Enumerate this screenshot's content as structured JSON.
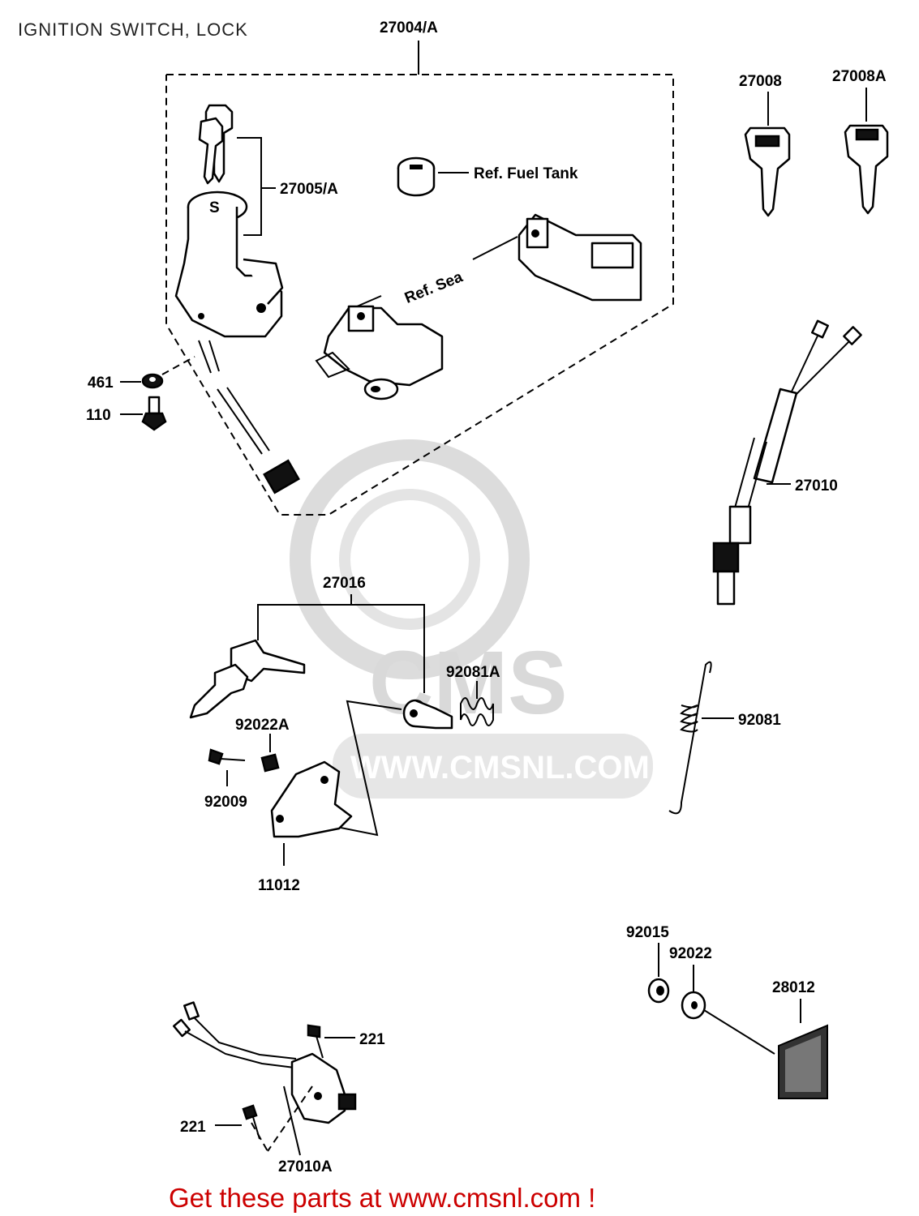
{
  "title": "IGNITION SWITCH, LOCK",
  "footer": "Get these parts at www.cmsnl.com !",
  "watermark": {
    "text": "CMS",
    "url": "WWW.CMSNL.COM"
  },
  "colors": {
    "footer": "#cc0000",
    "watermark": "#d9d9d9",
    "line": "#000000"
  },
  "labels": {
    "p27004A": "27004/A",
    "p27005A": "27005/A",
    "refFuelTank": "Ref. Fuel Tank",
    "refSeat": "Ref. Sea",
    "p461": "461",
    "p110": "110",
    "p27008": "27008",
    "p27008A": "27008A",
    "p27010": "27010",
    "p27016": "27016",
    "p92081A": "92081A",
    "p92022A": "92022A",
    "p92009": "92009",
    "p11012": "11012",
    "p92081": "92081",
    "p92015": "92015",
    "p92022": "92022",
    "p28012": "28012",
    "p221a": "221",
    "p221b": "221",
    "p27010A": "27010A"
  }
}
